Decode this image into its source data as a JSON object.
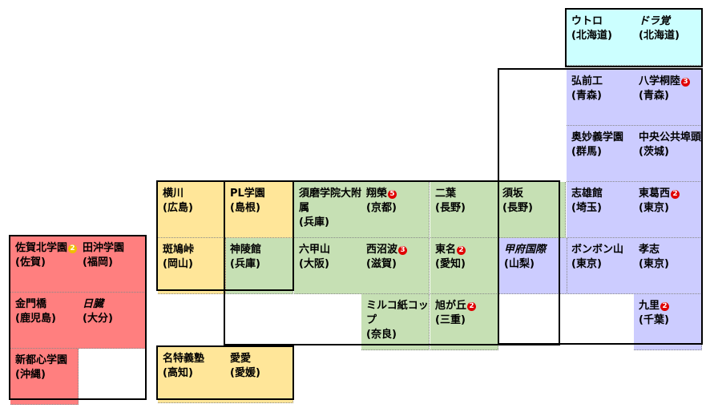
{
  "colors": {
    "kyushu": "#ff7f7f",
    "chugoku_shikoku": "#ffe699",
    "kinki_chubu": "#c6e0b4",
    "kanto_tohoku": "#ccccff",
    "hokkaido": "#ccffff",
    "badge_red": "#e00000",
    "badge_yellow": "#f0c000"
  },
  "schools": [
    {
      "id": "utoro",
      "name": "ウトロ",
      "pref": "(北海道)",
      "region": "hokkaido"
    },
    {
      "id": "dorakaku",
      "name": "ドラ覚",
      "pref": "(北海道)",
      "region": "hokkaido",
      "italic": true
    },
    {
      "id": "hirosakiko",
      "name": "弘前工",
      "pref": "(青森)",
      "region": "kanto_tohoku"
    },
    {
      "id": "hachigaku",
      "name": "八学桐陸",
      "pref": "(青森)",
      "region": "kanto_tohoku",
      "badge": "3",
      "badge_color": "red"
    },
    {
      "id": "okumyo",
      "name": "奥妙義学園",
      "pref": "(群馬)",
      "region": "kanto_tohoku"
    },
    {
      "id": "chuo",
      "name": "中央公共埠頭",
      "pref": "(茨城)",
      "region": "kanto_tohoku"
    },
    {
      "id": "shiyuu",
      "name": "志雄館",
      "pref": "(埼玉)",
      "region": "kanto_tohoku"
    },
    {
      "id": "higashikasai",
      "name": "東葛西",
      "pref": "(東京)",
      "region": "kanto_tohoku",
      "badge": "2",
      "badge_color": "red"
    },
    {
      "id": "bonbon",
      "name": "ボンボン山",
      "pref": "(東京)",
      "region": "kanto_tohoku"
    },
    {
      "id": "koshi",
      "name": "孝志",
      "pref": "(東京)",
      "region": "kanto_tohoku"
    },
    {
      "id": "kujuri",
      "name": "九里",
      "pref": "(千葉)",
      "region": "kanto_tohoku",
      "badge": "2",
      "badge_color": "red"
    },
    {
      "id": "kofu",
      "name": "甲府国際",
      "pref": "(山梨)",
      "region": "kanto_tohoku",
      "italic": true
    },
    {
      "id": "futaba",
      "name": "二葉",
      "pref": "(長野)",
      "region": "kinki_chubu"
    },
    {
      "id": "suzaka",
      "name": "須坂",
      "pref": "(長野)",
      "region": "kinki_chubu"
    },
    {
      "id": "tomei",
      "name": "東名",
      "pref": "(愛知)",
      "region": "kinki_chubu",
      "badge": "2",
      "badge_color": "red"
    },
    {
      "id": "asahigaoka",
      "name": "旭が丘",
      "pref": "(三重)",
      "region": "kinki_chubu",
      "badge": "2",
      "badge_color": "red"
    },
    {
      "id": "suma",
      "name": "須磨学院大附属",
      "pref": "(兵庫)",
      "region": "kinki_chubu"
    },
    {
      "id": "shoei",
      "name": "翔榮",
      "pref": "(京都)",
      "region": "kinki_chubu",
      "badge": "5",
      "badge_color": "red"
    },
    {
      "id": "shinryo",
      "name": "神陵館",
      "pref": "(兵庫)",
      "region": "kinki_chubu"
    },
    {
      "id": "rokko",
      "name": "六甲山",
      "pref": "(大阪)",
      "region": "kinki_chubu"
    },
    {
      "id": "nishinuma",
      "name": "西沼波",
      "pref": "(滋賀)",
      "region": "kinki_chubu",
      "badge": "3",
      "badge_color": "red"
    },
    {
      "id": "mirukoshi",
      "name": "ミルコ紙コップ",
      "pref": "(奈良)",
      "region": "kinki_chubu"
    },
    {
      "id": "yokokawa",
      "name": "横川",
      "pref": "(広島)",
      "region": "chugoku_shikoku"
    },
    {
      "id": "plgakuen",
      "name": "PL学園",
      "pref": "(島根)",
      "region": "chugoku_shikoku"
    },
    {
      "id": "madarashima",
      "name": "斑鳩峠",
      "pref": "(岡山)",
      "region": "chugoku_shikoku"
    },
    {
      "id": "meitoku",
      "name": "名特義塾",
      "pref": "(高知)",
      "region": "chugoku_shikoku"
    },
    {
      "id": "aiai",
      "name": "愛愛",
      "pref": "(愛媛)",
      "region": "chugoku_shikoku"
    },
    {
      "id": "sagakita",
      "name": "佐賀北学園",
      "pref": "(佐賀)",
      "region": "kyushu",
      "badge": "2",
      "badge_color": "yellow"
    },
    {
      "id": "taoki",
      "name": "田沖学園",
      "pref": "(福岡)",
      "region": "kyushu"
    },
    {
      "id": "kanamon",
      "name": "金門橋",
      "pref": "(鹿児島)",
      "region": "kyushu"
    },
    {
      "id": "hiden",
      "name": "日臓",
      "pref": "(大分)",
      "region": "kyushu",
      "italic": true
    },
    {
      "id": "shintoshin",
      "name": "新都心学園",
      "pref": "(沖縄)",
      "region": "kyushu"
    }
  ]
}
